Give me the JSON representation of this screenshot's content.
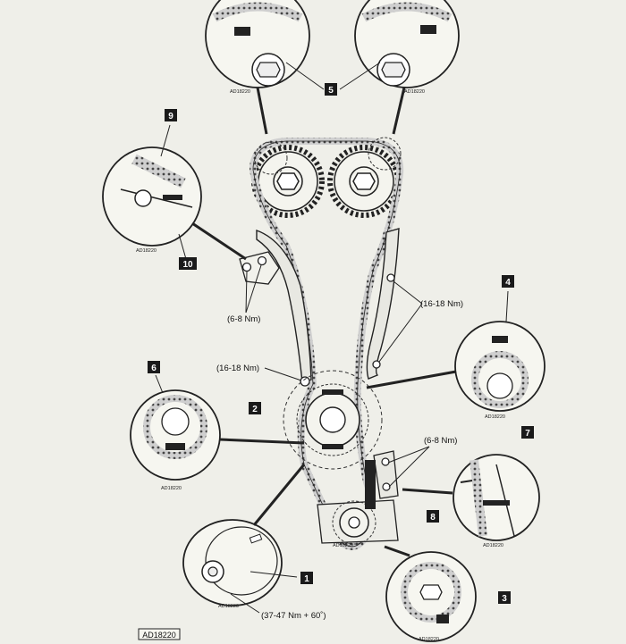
{
  "document_ref": "AD18220",
  "callouts": [
    "1",
    "2",
    "3",
    "4",
    "5",
    "6",
    "7",
    "8",
    "9",
    "10"
  ],
  "torque_specs": {
    "tensioner_upper": "(6-8 Nm)",
    "guide_right": "(16-18 Nm)",
    "guide_left_lower": "(16-18 Nm)",
    "tensioner_lower": "(6-8 Nm)",
    "crank_bolt": "(37-47 Nm + 60˚)"
  },
  "tool_labels": {
    "cam_left": "AD18220",
    "cam_right": "AD18220",
    "detail_9": "AD18220",
    "detail_4": "AD18220",
    "detail_6": "AD18220",
    "detail_7": "AD18220",
    "detail_3": "AD18220",
    "detail_1": "AD18220",
    "crank_sprocket": "AD18220"
  },
  "colors": {
    "background": "#efefe9",
    "line": "#1a1a1a",
    "chain": "#bdbdbd",
    "callout_bg": "#1a1a1a",
    "callout_text": "#ffffff"
  }
}
